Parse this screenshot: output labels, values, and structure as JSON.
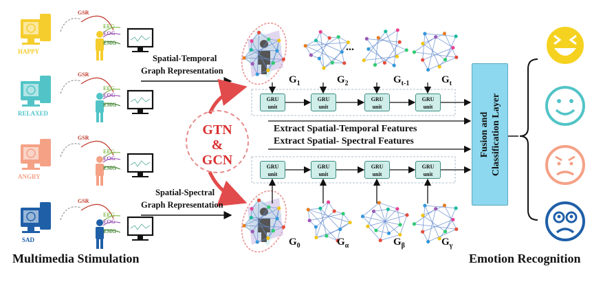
{
  "stimuli": [
    {
      "emotion": "HAPPY",
      "color": "#f5cd2c"
    },
    {
      "emotion": "RELAXED",
      "color": "#52c4c7"
    },
    {
      "emotion": "ANGRY",
      "color": "#f4a186"
    },
    {
      "emotion": "SAD",
      "color": "#1f5fa8"
    }
  ],
  "signals": {
    "gsr": "GSR",
    "eeg": "EEG",
    "eog": "EOG",
    "emg": "EMG"
  },
  "labels": {
    "multimedia": "Multimedia Stimulation",
    "spatial_temporal_1": "Spatial-Temporal",
    "spatial_temporal_2": "Graph Representation",
    "spatial_spectral_1": "Spatial-Spectral",
    "spatial_spectral_2": "Graph Representation",
    "gtn_1": "GTN",
    "gtn_2": "&",
    "gtn_3": "GCN",
    "extract_temporal": "Extract Spatial-Temporal Features",
    "extract_spectral": "Extract Spatial- Spectral Features",
    "fusion_1": "Fusion and",
    "fusion_2": "Classification Layer",
    "emotion_recognition": "Emotion Recognition",
    "ellipsis": "...",
    "gru_1": "GRU",
    "gru_2": "unit"
  },
  "graphs_top": [
    {
      "base": "G",
      "sub": "1"
    },
    {
      "base": "G",
      "sub": "2"
    },
    {
      "base": "G",
      "sub": "t-1"
    },
    {
      "base": "G",
      "sub": "t"
    }
  ],
  "graphs_bottom": [
    {
      "base": "G",
      "sub": "0"
    },
    {
      "base": "G",
      "sub": "α"
    },
    {
      "base": "G",
      "sub": "β"
    },
    {
      "base": "G",
      "sub": "γ"
    }
  ],
  "faces": [
    {
      "name": "happy-face-icon",
      "color": "#f5d21f"
    },
    {
      "name": "smile-face-icon",
      "color": "#52c4c7"
    },
    {
      "name": "angry-face-icon",
      "color": "#f4a186"
    },
    {
      "name": "sad-face-icon",
      "color": "#1f5fa8"
    }
  ],
  "colors": {
    "arrow_red": "#e24b4b",
    "gru_fill": "#cfeee9",
    "fusion_fill": "#8dd8ee",
    "eeg": "#7fb84a",
    "eog": "#9b59b6",
    "emg": "#4a8a3a",
    "gsr": "#c0392b"
  }
}
